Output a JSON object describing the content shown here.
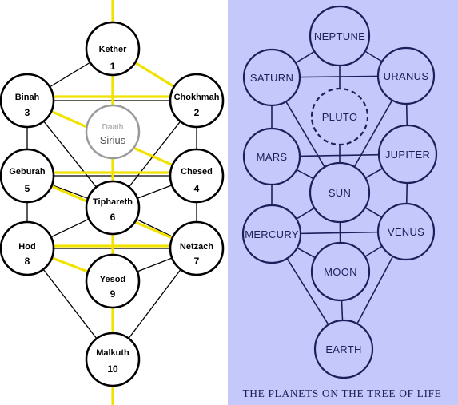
{
  "left_diagram": {
    "sephirot": [
      {
        "name": "Kether",
        "number": "1"
      },
      {
        "name": "Chokhmah",
        "number": "2"
      },
      {
        "name": "Binah",
        "number": "3"
      },
      {
        "name": "Chesed",
        "number": "4"
      },
      {
        "name": "Geburah",
        "number": "5"
      },
      {
        "name": "Tiphareth",
        "number": "6"
      },
      {
        "name": "Netzach",
        "number": "7"
      },
      {
        "name": "Hod",
        "number": "8"
      },
      {
        "name": "Yesod",
        "number": "9"
      },
      {
        "name": "Malkuth",
        "number": "10"
      }
    ],
    "daath": {
      "name": "Daath",
      "star": "Sirius"
    },
    "colors": {
      "highlight": "#f2e200",
      "node_stroke": "#000000",
      "daath_stroke": "#9a9a9a"
    }
  },
  "right_diagram": {
    "planets": [
      "NEPTUNE",
      "SATURN",
      "URANUS",
      "PLUTO",
      "MARS",
      "JUPITER",
      "SUN",
      "MERCURY",
      "VENUS",
      "MOON",
      "EARTH"
    ],
    "caption": "THE PLANETS ON THE TREE OF LIFE",
    "colors": {
      "background": "#c5c8fb",
      "ink": "#1e1e5a"
    }
  }
}
